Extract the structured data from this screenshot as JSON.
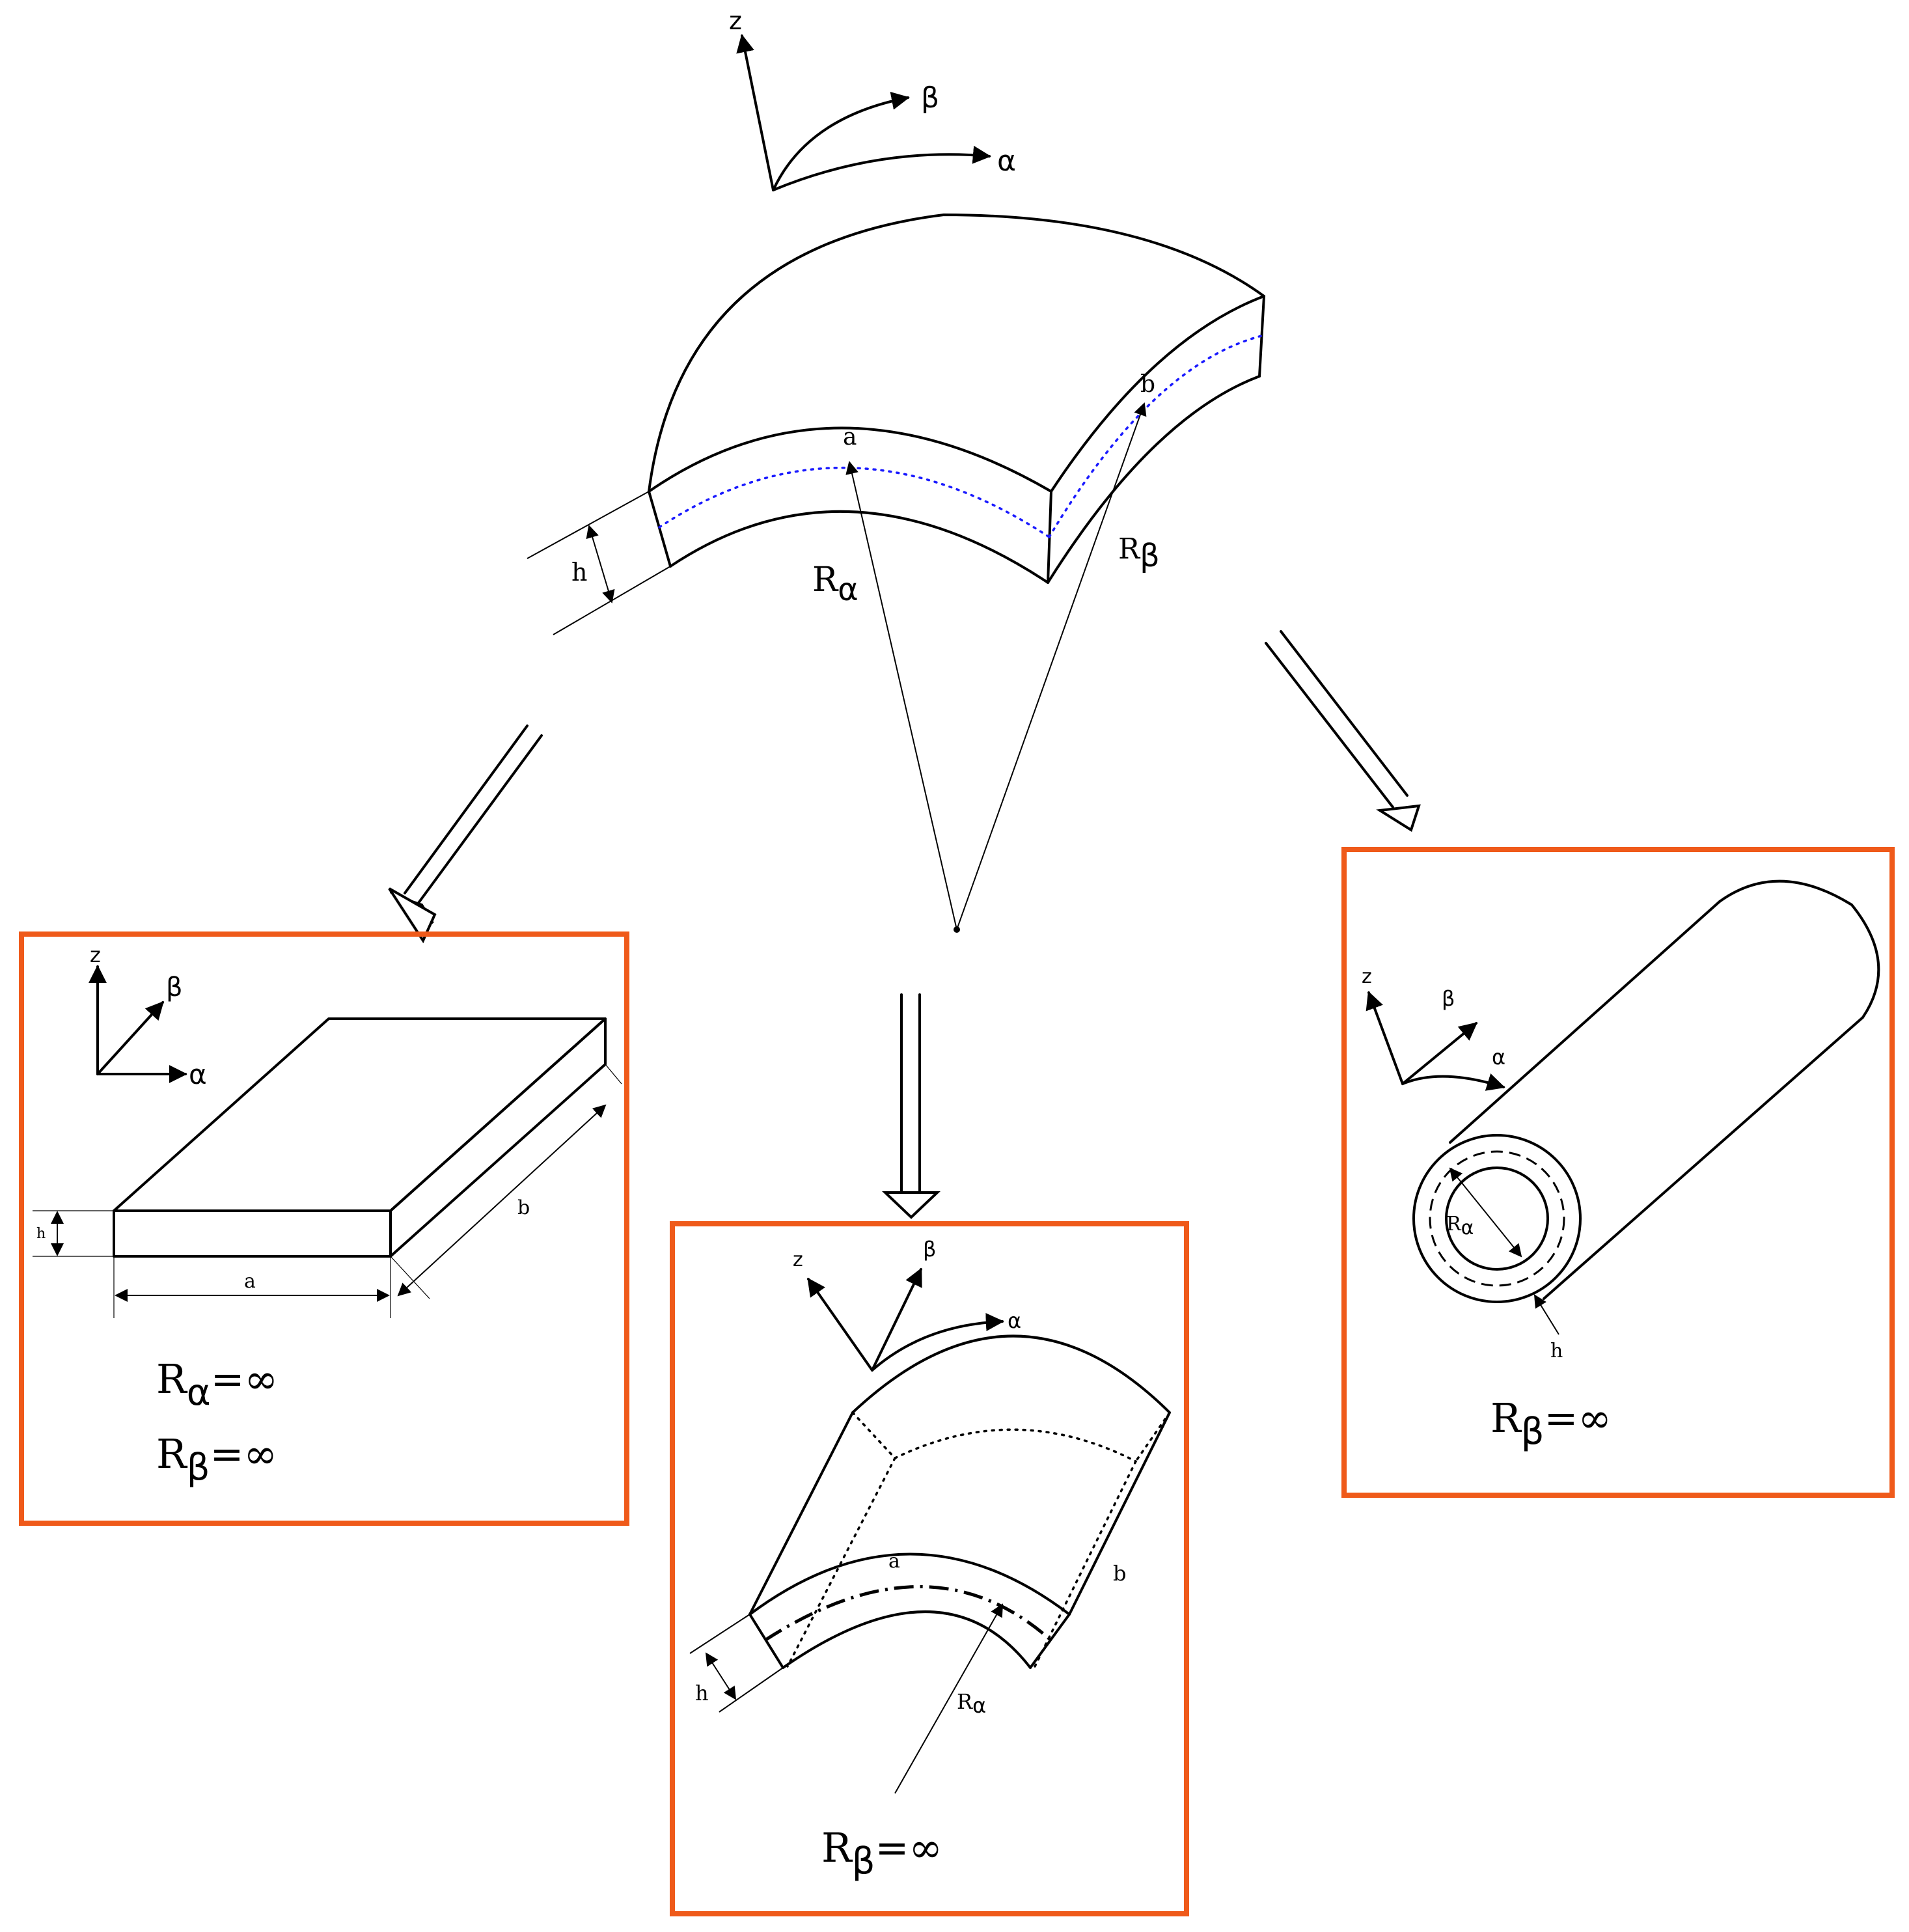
{
  "labels": {
    "axis_z": "z",
    "axis_beta": "β",
    "axis_alpha": "α",
    "dim_a": "a",
    "dim_b": "b",
    "dim_h": "h",
    "radius_R": "R",
    "sub_alpha": "α",
    "sub_beta": "β"
  },
  "panels": {
    "plate": {
      "line1_R": "R",
      "line1_sub": "α",
      "line1_value": "=∞",
      "line2_R": "R",
      "line2_sub": "β",
      "line2_value": "=∞"
    },
    "cylindrical_panel": {
      "R": "R",
      "sub": "β",
      "value": "=∞"
    },
    "cylinder": {
      "R": "R",
      "sub": "β",
      "value": "=∞"
    }
  },
  "colors": {
    "frame": "#ef5a1a",
    "reference_surface": "#1a1aff",
    "line": "#000000"
  }
}
